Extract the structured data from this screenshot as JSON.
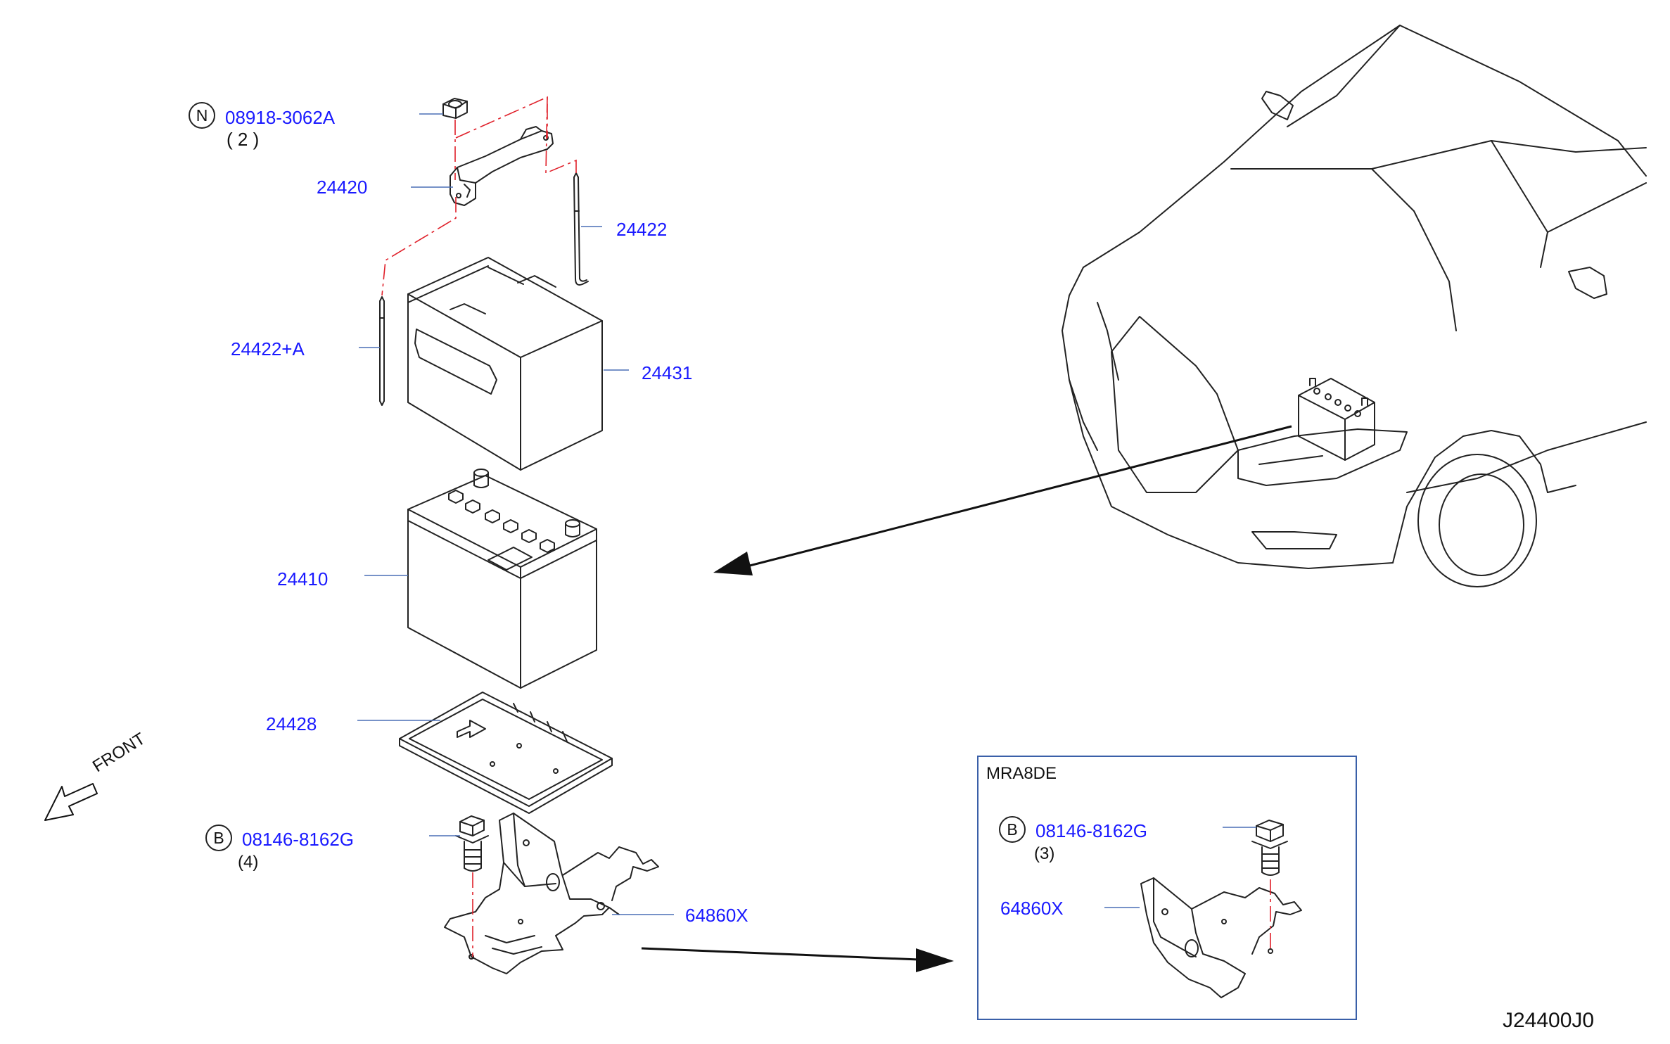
{
  "callouts": {
    "nut_symbol": "N",
    "nut_part": "08918-3062A",
    "nut_qty": "( 2 )",
    "bracket": "24420",
    "rod_right": "24422",
    "rod_left": "24422+A",
    "cover": "24431",
    "battery": "24410",
    "tray": "24428",
    "bolt_symbol": "B",
    "bolt_part": "08146-8162G",
    "bolt_qty": "(4)",
    "support": "64860X"
  },
  "front_label": "FRONT",
  "inset": {
    "title": "MRA8DE",
    "bolt_symbol": "B",
    "bolt_part": "08146-8162G",
    "bolt_qty": "(3)",
    "support": "64860X"
  },
  "diagram_code": "J24400J0",
  "colors": {
    "part_number": "#1a1aff",
    "line": "#222222",
    "leader": "#4a6fb5",
    "phantom": "#e0202a",
    "inset_border": "#3a5fa8"
  }
}
